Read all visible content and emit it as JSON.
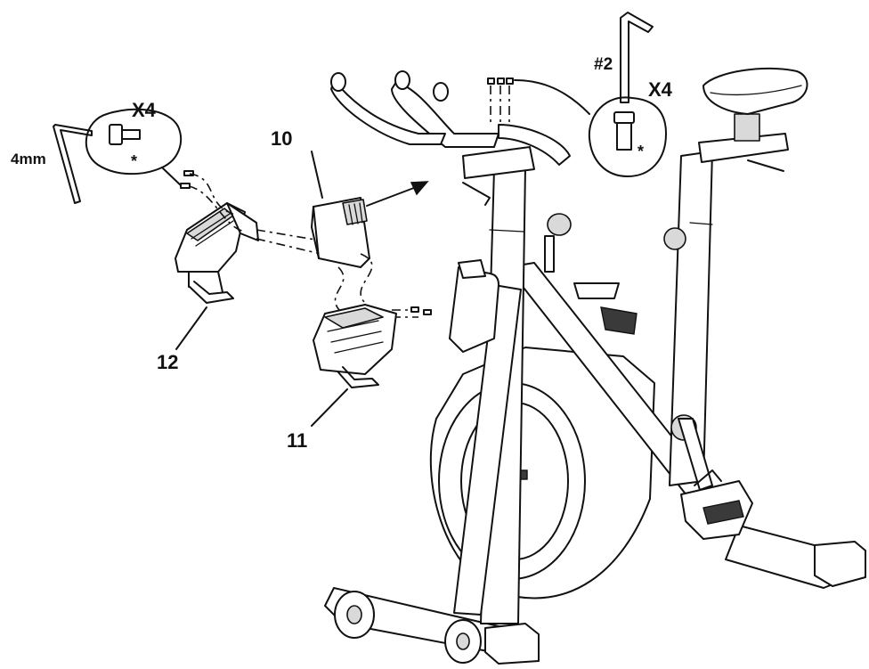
{
  "callouts": {
    "left_hex_size": "4mm",
    "left_quantity": "X4",
    "left_asterisk": "*",
    "right_tool": "#2",
    "right_quantity": "X4",
    "right_asterisk": "*"
  },
  "parts": {
    "part_10": "10",
    "part_11": "11",
    "part_12": "12"
  }
}
